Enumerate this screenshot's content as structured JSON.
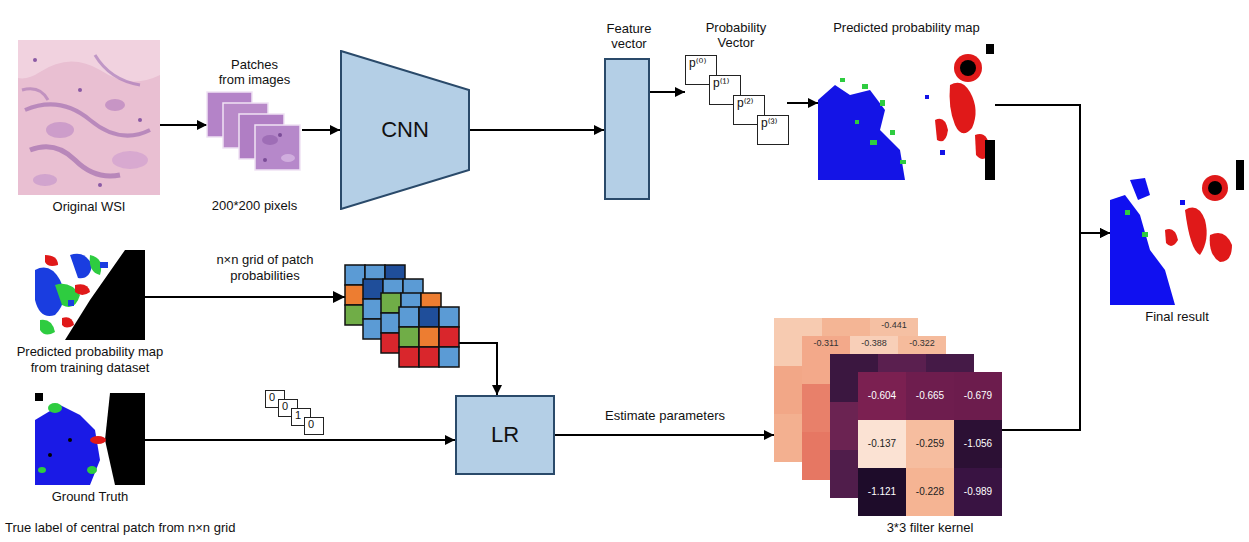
{
  "diagram": {
    "nodes": [
      {
        "text": [
          "Original WSI"
        ]
      },
      {
        "text": [
          "Patches from images",
          "200*200 pixels"
        ]
      },
      {
        "text": [
          "CNN"
        ]
      },
      {
        "text": [
          "Feature vector"
        ]
      },
      {
        "text": [
          "Probability Vector"
        ]
      },
      {
        "text": [
          "p⁽⁰⁾"
        ],
        "in": 4
      },
      {
        "text": [
          "p⁽¹⁾"
        ],
        "in": 4
      },
      {
        "text": [
          "p⁽²⁾"
        ],
        "in": 4
      },
      {
        "text": [
          "p⁽³⁾"
        ],
        "in": 4
      },
      {
        "text": [
          "Predicted probability map"
        ]
      },
      {
        "text": [
          "Final result"
        ]
      },
      {
        "text": [
          "Predicted probability map from training dataset"
        ]
      },
      {
        "text": [
          "Ground Truth"
        ]
      },
      {
        "text": [
          "0"
        ]
      },
      {
        "text": [
          "0"
        ]
      },
      {
        "text": [
          "1"
        ]
      },
      {
        "text": [
          "0"
        ]
      },
      {
        "text": [
          "LR"
        ]
      },
      {
        "text": [
          "3*3 filter kernel"
        ]
      }
    ],
    "edges": [
      {
        "from": 0,
        "to": 1,
        "arrow": "to"
      },
      {
        "from": 1,
        "to": 2,
        "arrow": "to"
      },
      {
        "from": 2,
        "to": 3,
        "arrow": "to"
      },
      {
        "from": 3,
        "to": 4,
        "arrow": "to"
      },
      {
        "from": 4,
        "to": 9,
        "arrow": "to"
      },
      {
        "from": 9,
        "to": 10,
        "arrow": "to"
      },
      {
        "from": 18,
        "to": 10,
        "arrow": "to"
      },
      {
        "from": 11,
        "to": 17,
        "label": "n×n grid of patch probabilities",
        "arrow": "to"
      },
      {
        "from": 12,
        "to": 17,
        "label": "True label of central patch from n×n grid",
        "arrow": "to"
      },
      {
        "from": 17,
        "to": 18,
        "label": "Estimate parameters",
        "arrow": "to"
      }
    ],
    "labels": [
      "-0.441",
      "-0.311",
      "-0.388",
      "-0.322",
      "-0.604",
      "-0.665",
      "-0.679",
      "-0.137",
      "-0.259",
      "-1.056",
      "-1.121",
      "-0.228",
      "-0.989"
    ]
  }
}
